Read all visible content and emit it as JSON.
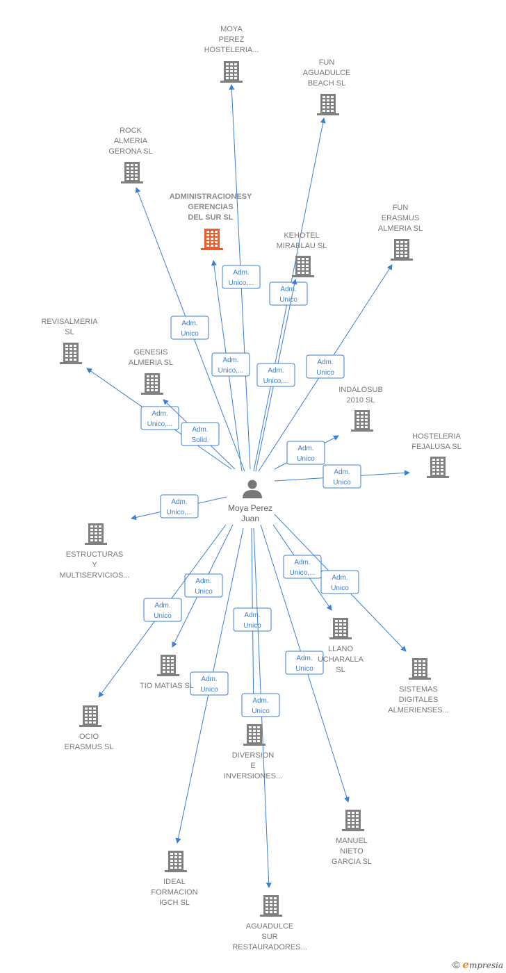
{
  "center": {
    "lines": [
      "Moya Perez",
      "Juan"
    ],
    "icon": "person-icon"
  },
  "colors": {
    "edge": "#3a7fd5",
    "company": "#808080",
    "focus_company": "#f15a29"
  },
  "nodes": [
    {
      "id": "moya-perez-hosteleria",
      "lines": [
        "MOYA",
        "PEREZ",
        "HOSTELERIA..."
      ],
      "icon": "building-icon"
    },
    {
      "id": "fun-aguadulce-beach",
      "lines": [
        "FUN",
        "AGUADULCE",
        "BEACH  SL"
      ],
      "icon": "building-icon"
    },
    {
      "id": "rock-almeria-gerona",
      "lines": [
        "ROCK",
        "ALMERIA",
        "GERONA  SL"
      ],
      "icon": "building-icon"
    },
    {
      "id": "administraciones-y-gerencias",
      "lines": [
        "ADMINISTRACIONESY",
        "GERENCIAS",
        "DEL  SUR  SL"
      ],
      "icon": "building-icon",
      "focus": true
    },
    {
      "id": "kehotel-mirablau",
      "lines": [
        "KEHOTEL",
        "MIRABLAU SL"
      ],
      "icon": "building-icon"
    },
    {
      "id": "fun-erasmus-almeria",
      "lines": [
        "FUN",
        "ERASMUS",
        "ALMERIA  SL"
      ],
      "icon": "building-icon"
    },
    {
      "id": "revisalmeria",
      "lines": [
        "REVISALMERIA",
        "SL"
      ],
      "icon": "building-icon"
    },
    {
      "id": "genesis-almeria",
      "lines": [
        "GENESIS",
        "ALMERIA  SL"
      ],
      "icon": "building-icon"
    },
    {
      "id": "indalosub-2010",
      "lines": [
        "INDALOSUB",
        "2010 SL"
      ],
      "icon": "building-icon"
    },
    {
      "id": "hosteleria-fejalusa",
      "lines": [
        "HOSTELERIA",
        "FEJALUSA  SL"
      ],
      "icon": "building-icon"
    },
    {
      "id": "estructuras-multiservicios",
      "lines": [
        "ESTRUCTURAS",
        "Y",
        "MULTISERVICIOS..."
      ],
      "icon": "building-icon"
    },
    {
      "id": "llano-ucharalla",
      "lines": [
        "LLANO",
        "UCHARALLA",
        "SL"
      ],
      "icon": "building-icon"
    },
    {
      "id": "sistemas-digitales-almerienses",
      "lines": [
        "SISTEMAS",
        "DIGITALES",
        "ALMERIENSES..."
      ],
      "icon": "building-icon"
    },
    {
      "id": "tio-matias",
      "lines": [
        "TIO MATIAS SL"
      ],
      "icon": "building-icon"
    },
    {
      "id": "ocio-erasmus",
      "lines": [
        "OCIO",
        "ERASMUS  SL"
      ],
      "icon": "building-icon"
    },
    {
      "id": "diversion-e-inversiones",
      "lines": [
        "DIVERSION",
        "E",
        "INVERSIONES..."
      ],
      "icon": "building-icon"
    },
    {
      "id": "manuel-nieto-garcia",
      "lines": [
        "MANUEL",
        "NIETO",
        "GARCIA SL"
      ],
      "icon": "building-icon"
    },
    {
      "id": "ideal-formacion-igch",
      "lines": [
        "IDEAL",
        "FORMACION",
        "IGCH  SL"
      ],
      "icon": "building-icon"
    },
    {
      "id": "aguadulce-sur-restauradores",
      "lines": [
        "AGUADULCE",
        "SUR",
        "RESTAURADORES..."
      ],
      "icon": "building-icon"
    }
  ],
  "edges": [
    {
      "to": "moya-perez-hosteleria",
      "label": [
        "Adm.",
        "Unico,..."
      ]
    },
    {
      "to": "fun-aguadulce-beach",
      "label": [
        "Adm.",
        "Unico"
      ]
    },
    {
      "to": "rock-almeria-gerona",
      "label": [
        "Adm.",
        "Unico"
      ]
    },
    {
      "to": "administraciones-y-gerencias",
      "label": [
        "Adm.",
        "Unico,..."
      ]
    },
    {
      "to": "kehotel-mirablau",
      "label": [
        "Adm.",
        "Unico,..."
      ]
    },
    {
      "to": "fun-erasmus-almeria",
      "label": [
        "Adm.",
        "Unico"
      ]
    },
    {
      "to": "revisalmeria",
      "label": [
        "Adm.",
        "Unico,..."
      ]
    },
    {
      "to": "genesis-almeria",
      "label": [
        "Adm.",
        "Solid."
      ]
    },
    {
      "to": "indalosub-2010",
      "label": [
        "Adm.",
        "Unico"
      ]
    },
    {
      "to": "hosteleria-fejalusa",
      "label": [
        "Adm.",
        "Unico"
      ]
    },
    {
      "to": "estructuras-multiservicios",
      "label": [
        "Adm.",
        "Unico,..."
      ]
    },
    {
      "to": "llano-ucharalla",
      "label": [
        "Adm.",
        "Unico,..."
      ]
    },
    {
      "to": "sistemas-digitales-almerienses",
      "label": [
        "Adm.",
        "Unico"
      ]
    },
    {
      "to": "tio-matias",
      "label": [
        "Adm.",
        "Unico"
      ]
    },
    {
      "to": "ocio-erasmus",
      "label": [
        "Adm.",
        "Unico"
      ]
    },
    {
      "to": "diversion-e-inversiones",
      "label": [
        "Adm.",
        "Unico"
      ]
    },
    {
      "to": "manuel-nieto-garcia",
      "label": [
        "Adm.",
        "Unico"
      ]
    },
    {
      "to": "ideal-formacion-igch",
      "label": [
        "Adm.",
        "Unico"
      ]
    },
    {
      "to": "aguadulce-sur-restauradores",
      "label": [
        "Adm.",
        "Unico"
      ]
    }
  ],
  "footer": {
    "copyright": "©",
    "brand_initial": "e",
    "brand_rest": "mpresia"
  }
}
